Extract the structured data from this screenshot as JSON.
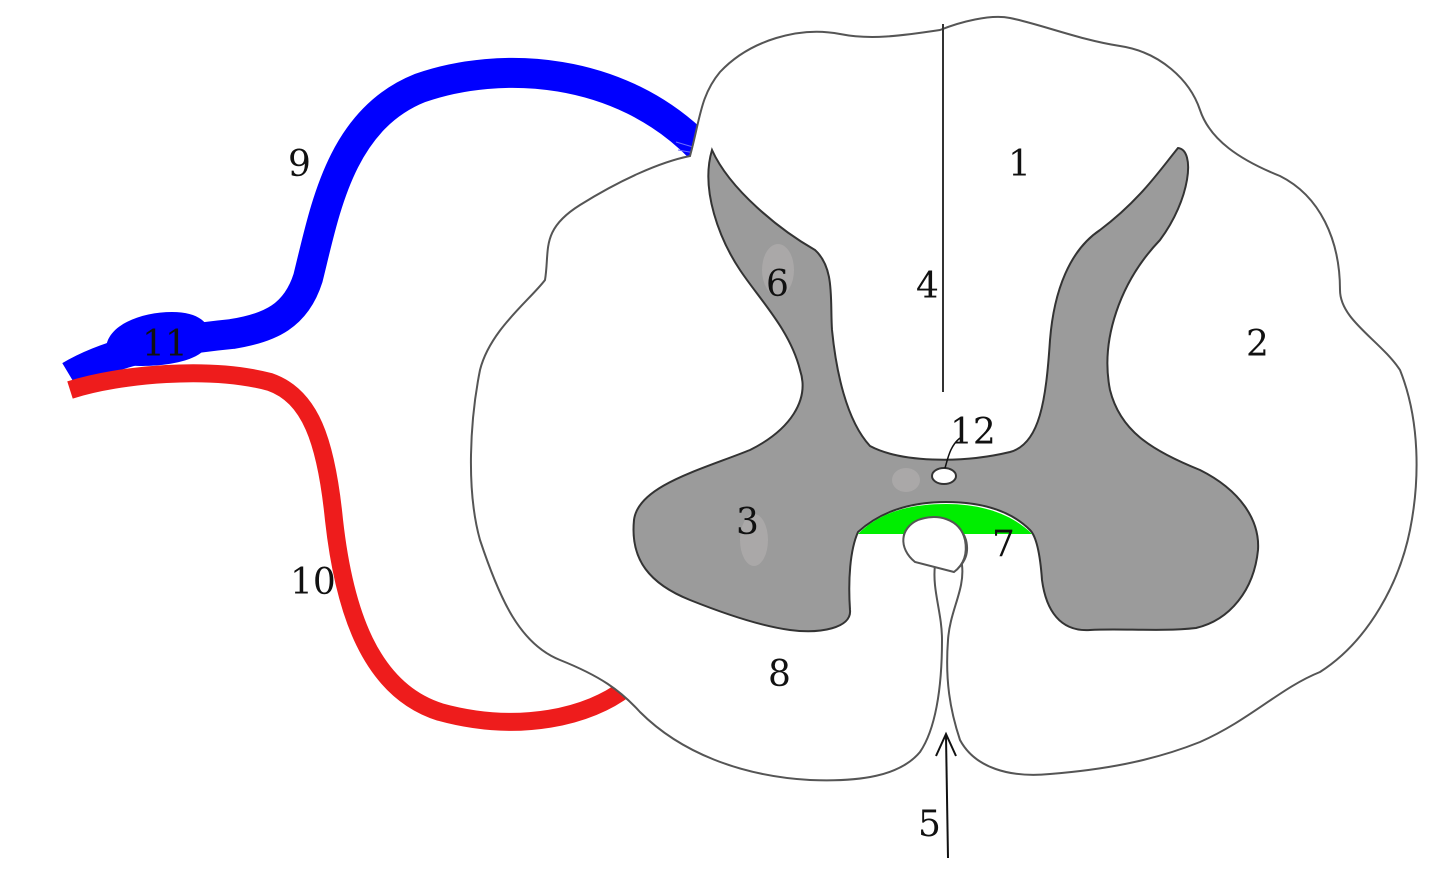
{
  "colors": {
    "background": "#ffffff",
    "white_matter": "#ffffff",
    "outline": "#555555",
    "gray_matter": "#9b9b9b",
    "gray_matter_outline": "#333333",
    "dorsal_root": "#0000ff",
    "ventral_root": "#ee1c1c",
    "commissure": "#00ee00"
  },
  "labels": {
    "l1": "1",
    "l2": "2",
    "l3": "3",
    "l4": "4",
    "l5": "5",
    "l6": "6",
    "l7": "7",
    "l8": "8",
    "l9": "9",
    "l10": "10",
    "l11": "11",
    "l12": "12"
  }
}
